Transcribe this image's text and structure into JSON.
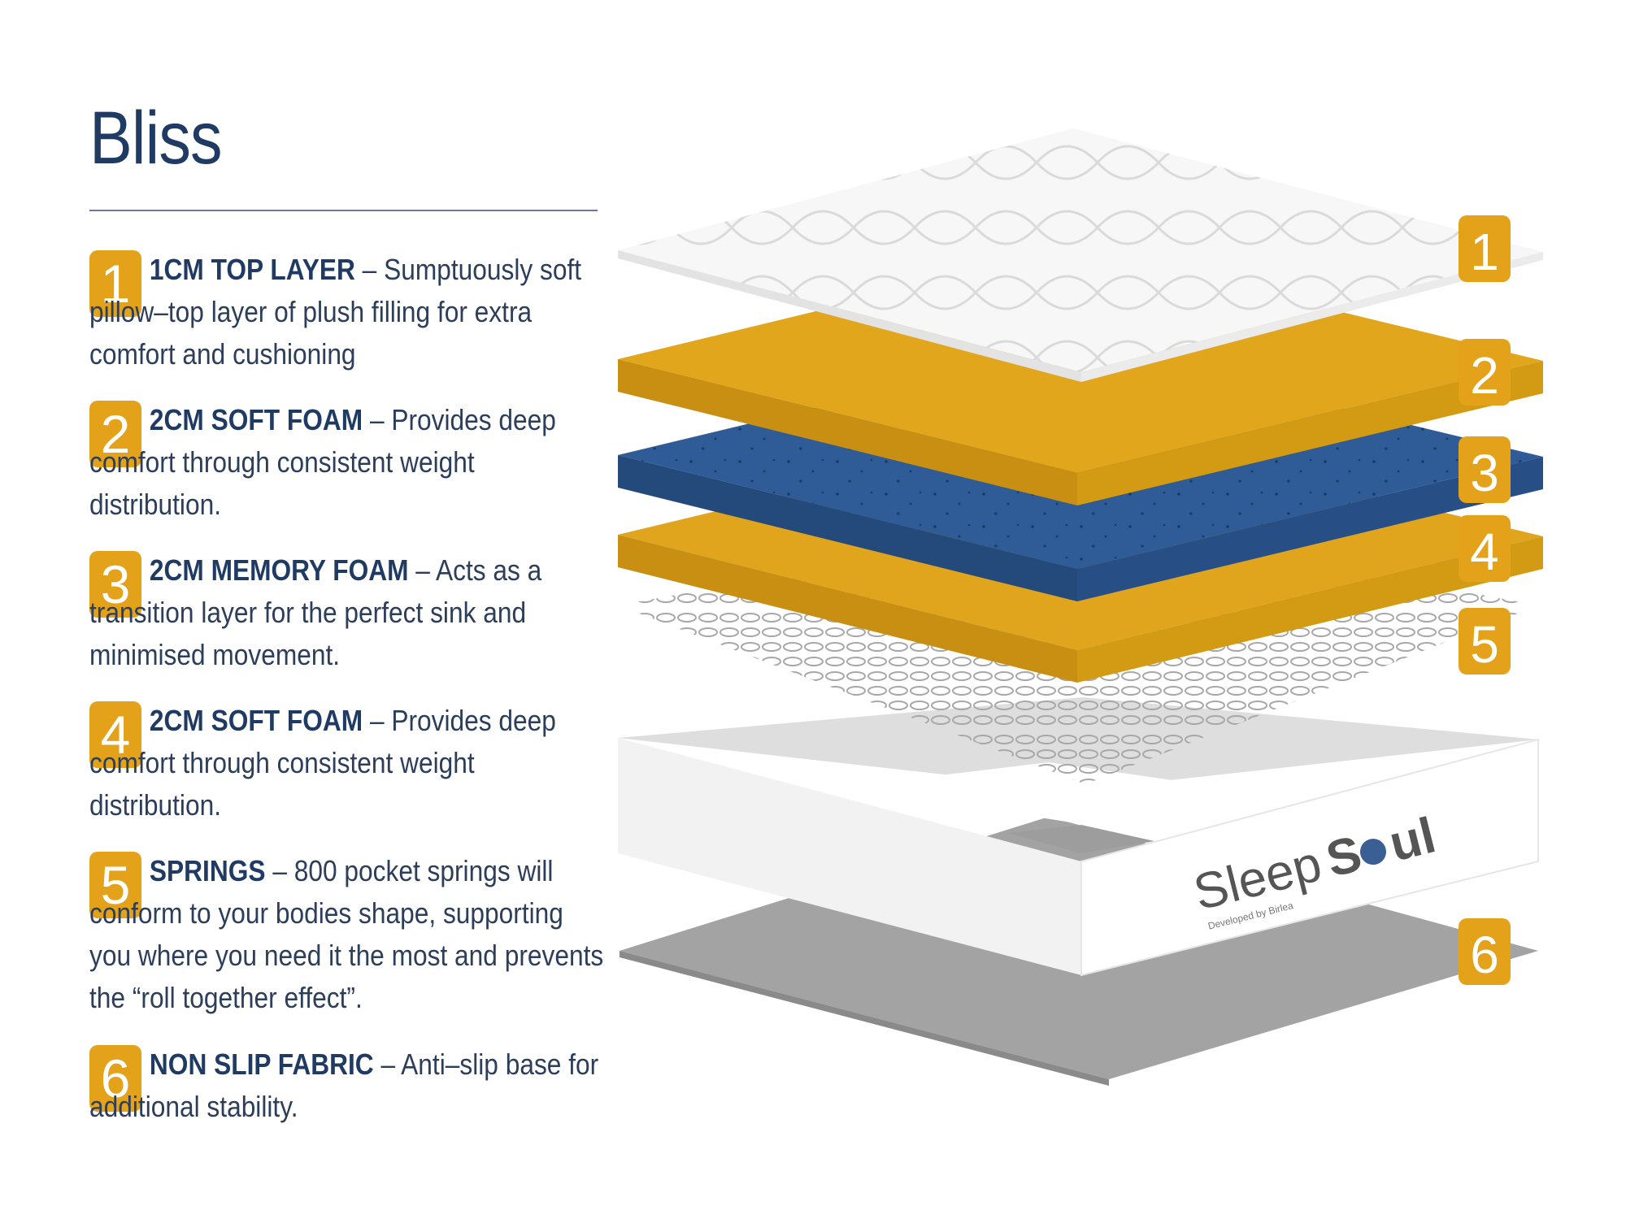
{
  "title": "Bliss",
  "layers": [
    {
      "number": "1",
      "name": "1CM TOP LAYER",
      "separator": " – ",
      "text": "Sumptuously soft pillow–top layer of plush filling for extra comfort and cushioning"
    },
    {
      "number": "2",
      "name": "2CM SOFT FOAM",
      "separator": " – ",
      "text": "Provides deep comfort through consistent weight distribution."
    },
    {
      "number": "3",
      "name": "2CM MEMORY FOAM",
      "separator": " – ",
      "text": "Acts as a transition layer for the perfect sink and minimised movement."
    },
    {
      "number": "4",
      "name": "2CM SOFT FOAM",
      "separator": " – ",
      "text": "Provides deep comfort through consistent weight distribution."
    },
    {
      "number": "5",
      "name": "SPRINGS",
      "separator": " – ",
      "text": "800 pocket springs will conform to your bodies shape, supporting you where you need it the most and prevents the “roll together effect”."
    },
    {
      "number": "6",
      "name": "NON SLIP FABRIC",
      "separator": " – ",
      "text": "Anti–slip base for additional stability."
    }
  ],
  "brand": {
    "logo_text_a": "Sleep",
    "logo_text_b": "S",
    "logo_text_c": "ul",
    "tagline": "Developed by Birlea"
  },
  "colors": {
    "navy": "#1f3a63",
    "gold": "#e3a21a",
    "memory_foam_blue": "#2e5b94",
    "grey_base": "#9a9a9a"
  }
}
